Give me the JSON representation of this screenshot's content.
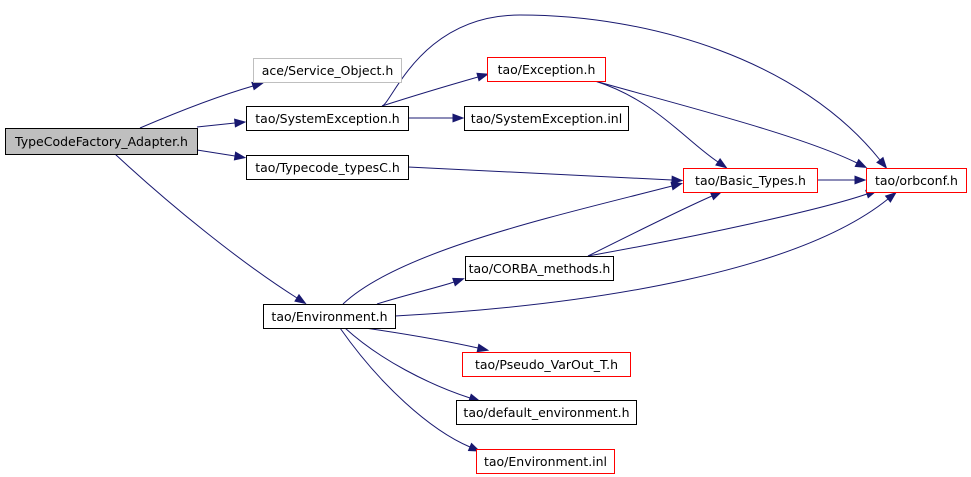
{
  "diagram": {
    "colors": {
      "edge": "#191970",
      "border_normal": "#000000",
      "border_truncated": "#ff0000",
      "border_external": "#bfbfbf",
      "fill_root": "#bfbfbf",
      "fill_normal": "#ffffff"
    },
    "nodes": [
      {
        "id": "root",
        "label": "TypeCodeFactory_Adapter.h",
        "kind": "root"
      },
      {
        "id": "service_object",
        "label": "ace/Service_Object.h",
        "kind": "external"
      },
      {
        "id": "system_exception",
        "label": "tao/SystemException.h",
        "kind": "normal"
      },
      {
        "id": "exception",
        "label": "tao/Exception.h",
        "kind": "truncated"
      },
      {
        "id": "system_exception_inl",
        "label": "tao/SystemException.inl",
        "kind": "normal"
      },
      {
        "id": "typecode_typesc",
        "label": "tao/Typecode_typesC.h",
        "kind": "normal"
      },
      {
        "id": "basic_types",
        "label": "tao/Basic_Types.h",
        "kind": "truncated"
      },
      {
        "id": "orbconf",
        "label": "tao/orbconf.h",
        "kind": "truncated"
      },
      {
        "id": "corba_methods",
        "label": "tao/CORBA_methods.h",
        "kind": "normal"
      },
      {
        "id": "environment",
        "label": "tao/Environment.h",
        "kind": "normal"
      },
      {
        "id": "pseudo_varout",
        "label": "tao/Pseudo_VarOut_T.h",
        "kind": "truncated"
      },
      {
        "id": "default_environment",
        "label": "tao/default_environment.h",
        "kind": "normal"
      },
      {
        "id": "environment_inl",
        "label": "tao/Environment.inl",
        "kind": "truncated"
      }
    ],
    "edges": [
      {
        "from": "root",
        "to": "service_object"
      },
      {
        "from": "root",
        "to": "system_exception"
      },
      {
        "from": "root",
        "to": "typecode_typesc"
      },
      {
        "from": "root",
        "to": "environment"
      },
      {
        "from": "system_exception",
        "to": "exception"
      },
      {
        "from": "system_exception",
        "to": "system_exception_inl"
      },
      {
        "from": "system_exception",
        "to": "orbconf"
      },
      {
        "from": "exception",
        "to": "basic_types"
      },
      {
        "from": "exception",
        "to": "orbconf"
      },
      {
        "from": "typecode_typesc",
        "to": "basic_types"
      },
      {
        "from": "basic_types",
        "to": "orbconf"
      },
      {
        "from": "corba_methods",
        "to": "basic_types"
      },
      {
        "from": "corba_methods",
        "to": "orbconf"
      },
      {
        "from": "environment",
        "to": "basic_types"
      },
      {
        "from": "environment",
        "to": "corba_methods"
      },
      {
        "from": "environment",
        "to": "orbconf"
      },
      {
        "from": "environment",
        "to": "pseudo_varout"
      },
      {
        "from": "environment",
        "to": "default_environment"
      },
      {
        "from": "environment",
        "to": "environment_inl"
      }
    ]
  }
}
